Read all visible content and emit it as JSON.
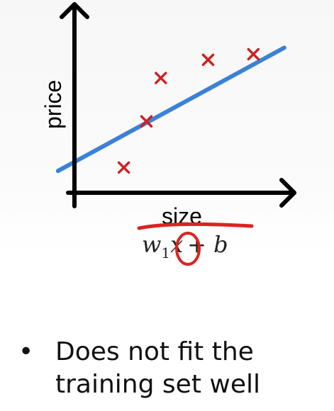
{
  "chart_data": {
    "type": "scatter",
    "title": "",
    "xlabel": "size",
    "ylabel": "price",
    "x": [
      1.2,
      1.75,
      2.1,
      3.25,
      4.35
    ],
    "y": [
      0.9,
      2.55,
      4.1,
      4.75,
      4.95
    ],
    "marker": "x",
    "marker_color": "#cc2222",
    "fit_line": {
      "slope": 0.8,
      "intercept": 1.1,
      "color": "#3b82d6"
    },
    "xlim": [
      0,
      5
    ],
    "ylim": [
      0,
      5.6
    ],
    "grid": false
  },
  "annotation": {
    "formula_w": "w",
    "formula_sub": "1",
    "formula_x": "x",
    "formula_rest": "+ b",
    "ink_color": "#dd2222"
  },
  "bullet": {
    "symbol": "•",
    "text": "Does not fit the training set well"
  }
}
